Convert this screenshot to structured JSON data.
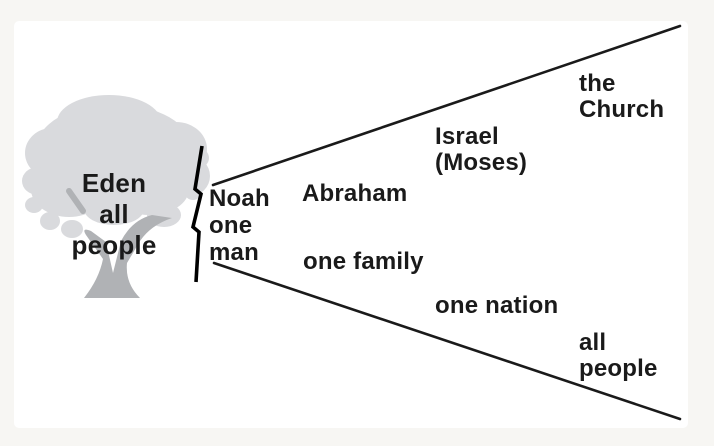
{
  "page": {
    "background": "#f7f6f3",
    "panel_background": "#ffffff"
  },
  "colors": {
    "line": "#1a1a1a",
    "text": "#1a1a1a",
    "tree_canopy": "#d9dadd",
    "tree_trunk": "#b0b2b5",
    "lightning": "#000000"
  },
  "diagram": {
    "eden_label": "Eden\nall\npeople",
    "noah_label": "Noah\none\nman",
    "stages": {
      "abraham": "Abraham",
      "one_family": "one family",
      "israel": "Israel\n(Moses)",
      "one_nation": "one nation",
      "the_church": "the\nChurch",
      "all_people": "all\npeople"
    },
    "icons": {
      "tree": "eden-tree-icon",
      "lightning": "lightning-bolt-icon"
    }
  }
}
